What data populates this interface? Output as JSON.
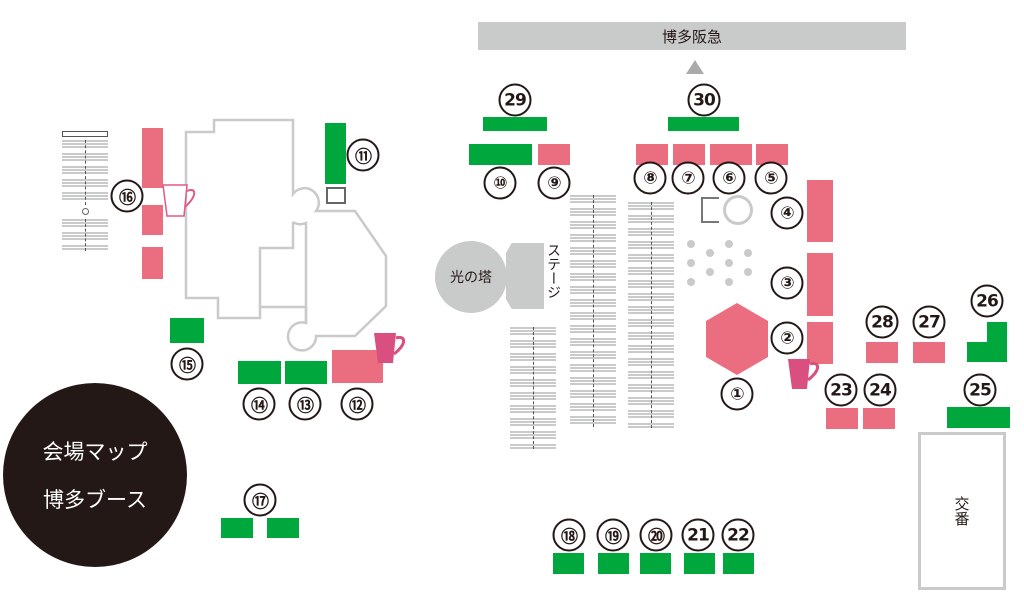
{
  "header": {
    "title": "博多阪急"
  },
  "badge": {
    "line1": "会場マップ",
    "line2": "博多ブース"
  },
  "stage": {
    "tower": "光の塔",
    "stage": "ステージ"
  },
  "koban": "交番",
  "colors": {
    "green": "#00a73c",
    "pink": "#eb6d80",
    "mug": "#d94f7f",
    "dark": "#231815",
    "gray": "#c9caca"
  },
  "booths": [
    "①",
    "②",
    "③",
    "④",
    "⑤",
    "⑥",
    "⑦",
    "⑧",
    "⑨",
    "⑩",
    "⑪",
    "⑫",
    "⑬",
    "⑭",
    "⑮",
    "⑯",
    "⑰",
    "⑱",
    "⑲",
    "⑳",
    "21",
    "22",
    "23",
    "24",
    "25",
    "26",
    "27",
    "28",
    "29",
    "30"
  ]
}
